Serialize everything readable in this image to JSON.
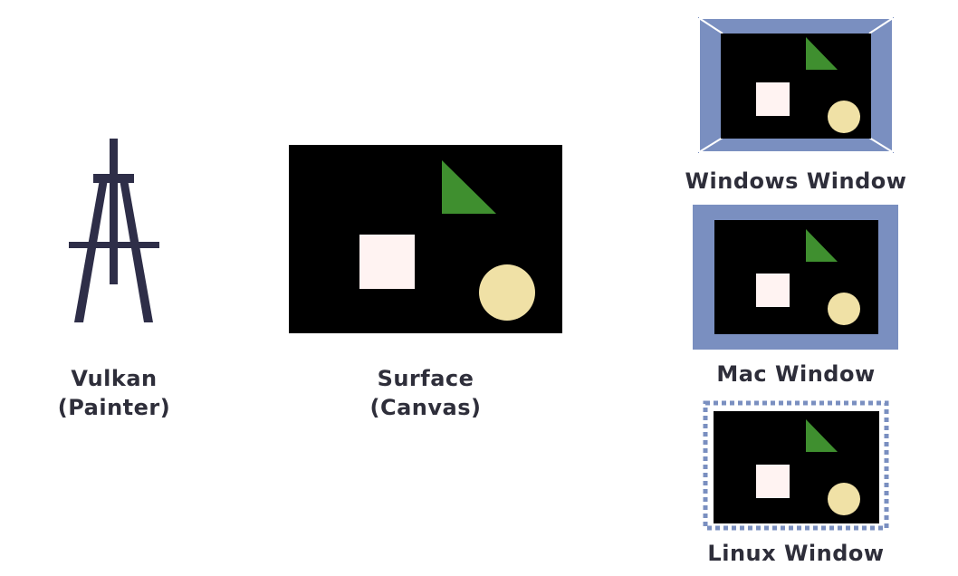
{
  "labels": {
    "vulkan_line1": "Vulkan",
    "vulkan_line2": "(Painter)",
    "surface_line1": "Surface",
    "surface_line2": "(Canvas)",
    "windows": "Windows Window",
    "mac": "Mac Window",
    "linux": "Linux Window"
  },
  "colors": {
    "easel": "#2e2e48",
    "canvas_bg": "#000000",
    "triangle": "#3f8f2f",
    "square": "#fff3f2",
    "circle": "#f0e1a6",
    "frame": "#7a8fc0",
    "bevel_highlight": "#ffffff",
    "text": "#2e2e3a"
  },
  "icons": {
    "painter": "easel-icon",
    "canvas_shapes": [
      "triangle-shape",
      "square-shape",
      "circle-shape"
    ]
  }
}
